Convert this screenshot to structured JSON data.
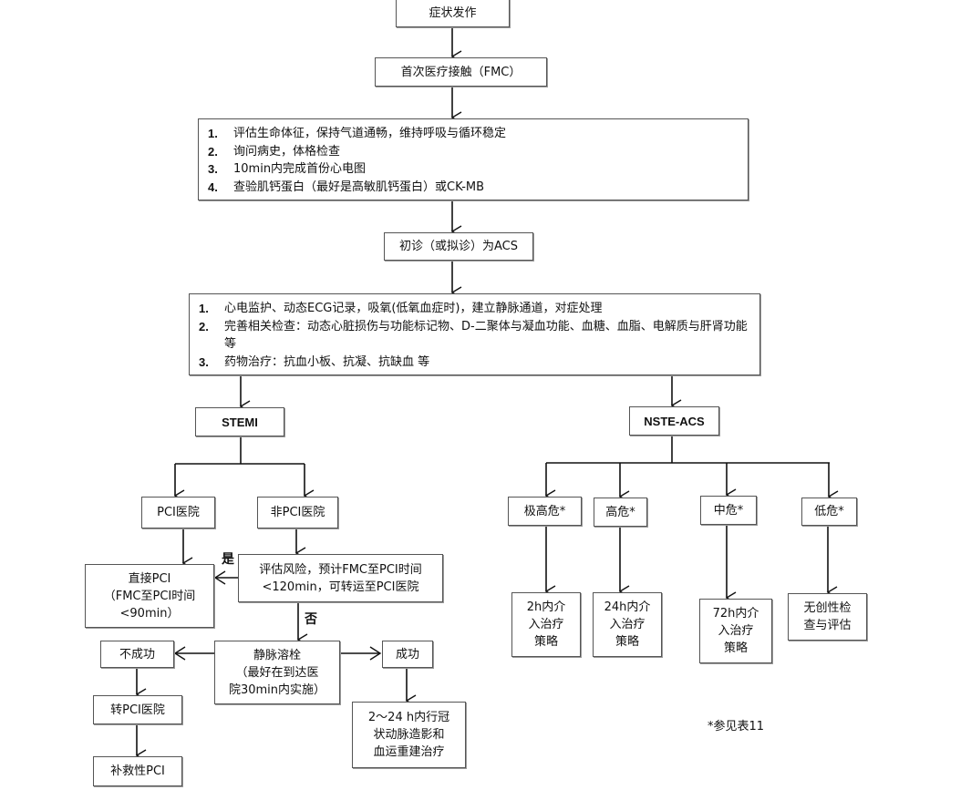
{
  "flowchart": {
    "nodes": {
      "symptom_onset": "症状发作",
      "fmc": "首次医疗接触（FMC）",
      "initial_steps": [
        {
          "num": "1.",
          "text": "评估生命体征，保持气道通畅，维持呼吸与循环稳定"
        },
        {
          "num": "2.",
          "text": "询问病史，体格检查"
        },
        {
          "num": "3.",
          "text": "10min内完成首份心电图"
        },
        {
          "num": "4.",
          "text": "查验肌钙蛋白（最好是高敏肌钙蛋白）或CK-MB"
        }
      ],
      "diagnosis": "初诊（或拟诊）为ACS",
      "management_steps": [
        {
          "num": "1.",
          "text": "心电监护、动态ECG记录，吸氧(低氧血症时)，建立静脉通道，对症处理"
        },
        {
          "num": "2.",
          "text": "完善相关检查：动态心脏损伤与功能标记物、D-二聚体与凝血功能、血糖、血脂、电解质与肝肾功能 等"
        },
        {
          "num": "3.",
          "text": "药物治疗：抗血小板、抗凝、抗缺血 等"
        }
      ],
      "stemi": "STEMI",
      "nste_acs": "NSTE-ACS",
      "pci_hospital": "PCI医院",
      "non_pci_hospital": "非PCI医院",
      "direct_pci": "直接PCI\n（FMC至PCI时间\n<90min）",
      "assess_risk": "评估风险，预计FMC至PCI时间\n<120min，可转运至PCI医院",
      "thrombolysis": "静脉溶栓\n（最好在到达医\n院30min内实施）",
      "failure": "不成功",
      "success": "成功",
      "transfer_pci": "转PCI医院",
      "rescue_pci": "补救性PCI",
      "post_lysis": "2～24 h内行冠\n状动脉造影和\n血运重建治疗",
      "very_high_risk": "极高危*",
      "high_risk": "高危*",
      "intermediate_risk": "中危*",
      "low_risk": "低危*",
      "very_high_strategy": "2h内介\n入治疗\n策略",
      "high_strategy": "24h内介\n入治疗\n策略",
      "intermediate_strategy": "72h内介\n入治疗\n策略",
      "low_strategy": "无创性检\n查与评估"
    },
    "edge_labels": {
      "yes": "是",
      "no": "否"
    },
    "footnote": "*参见表11"
  }
}
